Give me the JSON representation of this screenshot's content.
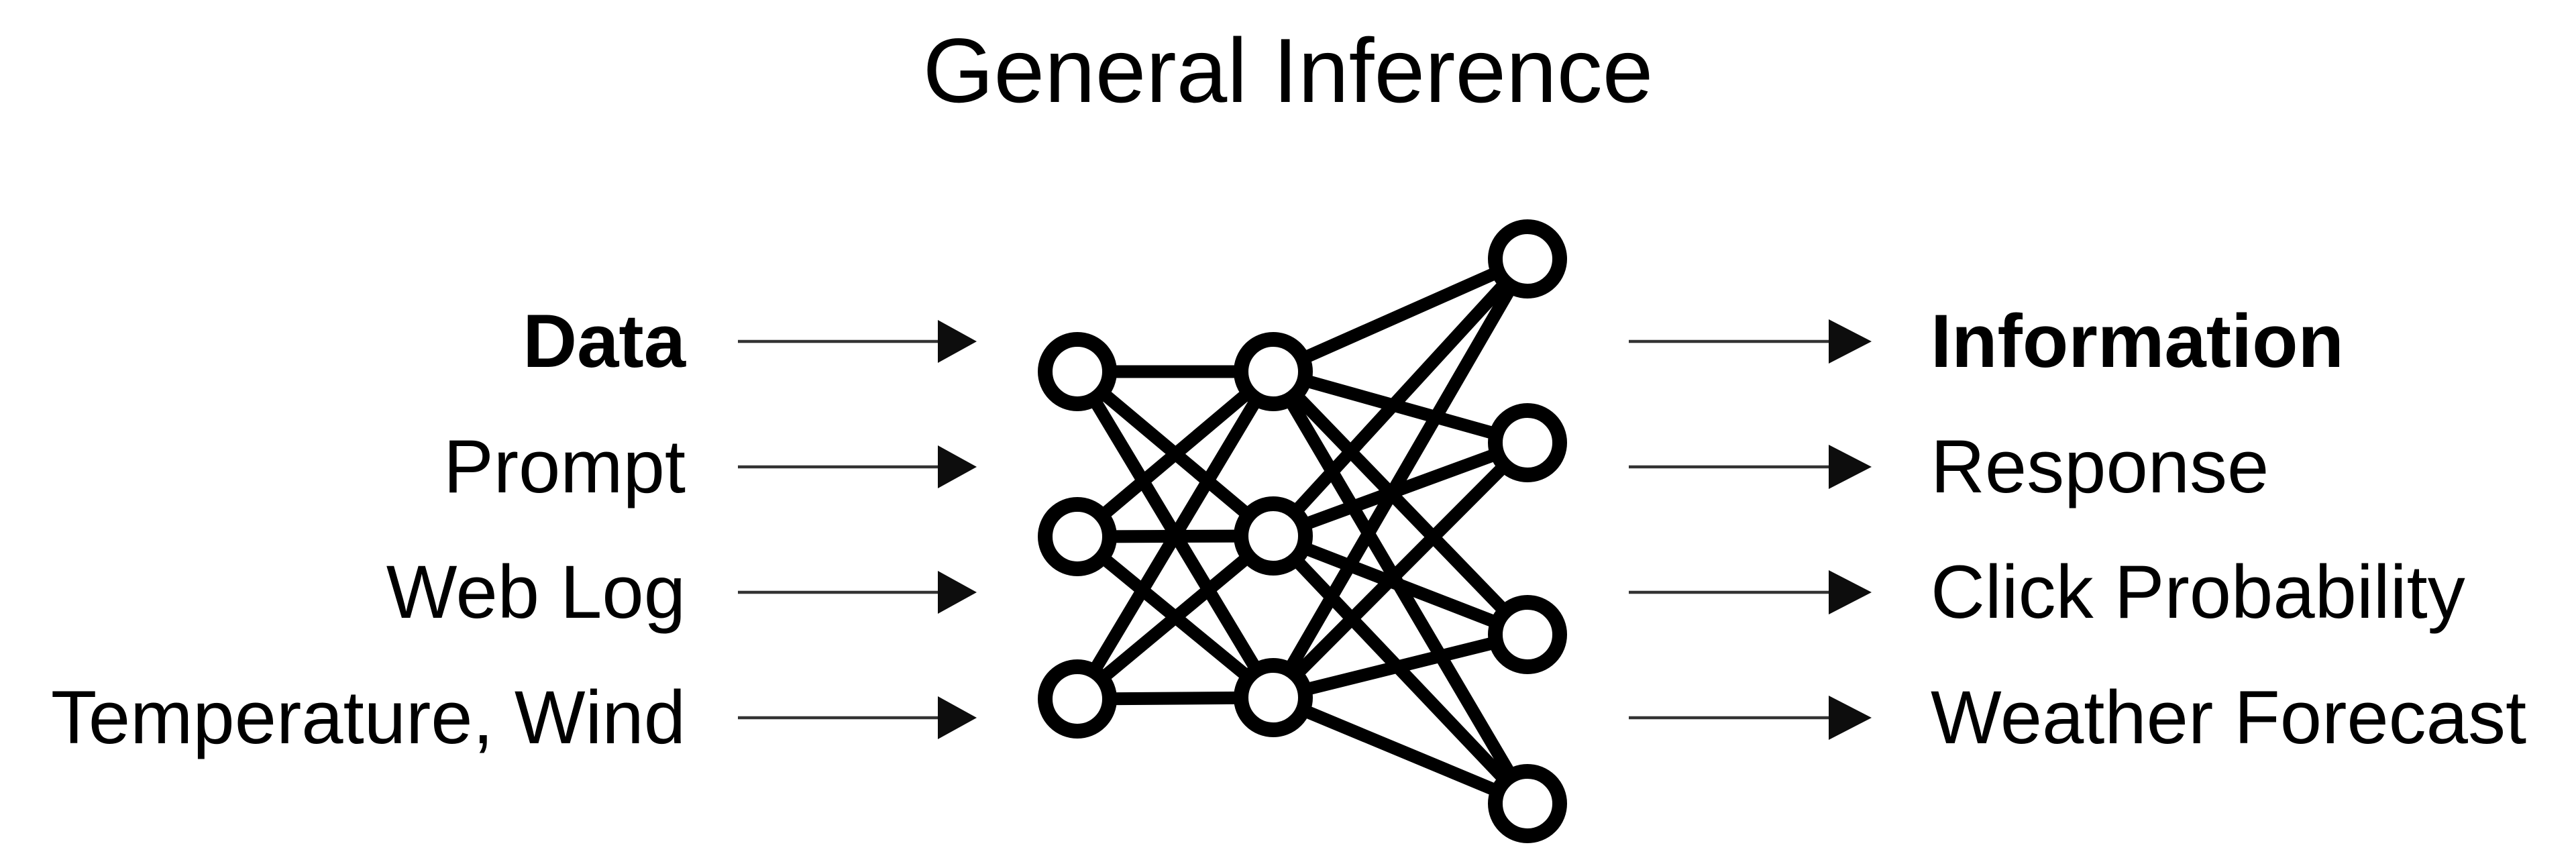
{
  "title": "General Inference",
  "rows": [
    {
      "input_label": "Data",
      "output_label": "Information",
      "emphasis": true
    },
    {
      "input_label": "Prompt",
      "output_label": "Response",
      "emphasis": false
    },
    {
      "input_label": "Web Log",
      "output_label": "Click Probability",
      "emphasis": false
    },
    {
      "input_label": "Temperature, Wind",
      "output_label": "Weather Forecast",
      "emphasis": false
    }
  ],
  "network": {
    "type": "fully-connected neural network",
    "layers": [
      3,
      3,
      4
    ],
    "node_fill": "#ffffff",
    "node_stroke": "#000000",
    "edge_color": "#000000"
  },
  "arrows": {
    "count_left": 4,
    "count_right": 4,
    "line_color": "#333333",
    "head_color": "#0d0d0d"
  },
  "colors": {
    "background": "#ffffff",
    "text": "#000000"
  }
}
